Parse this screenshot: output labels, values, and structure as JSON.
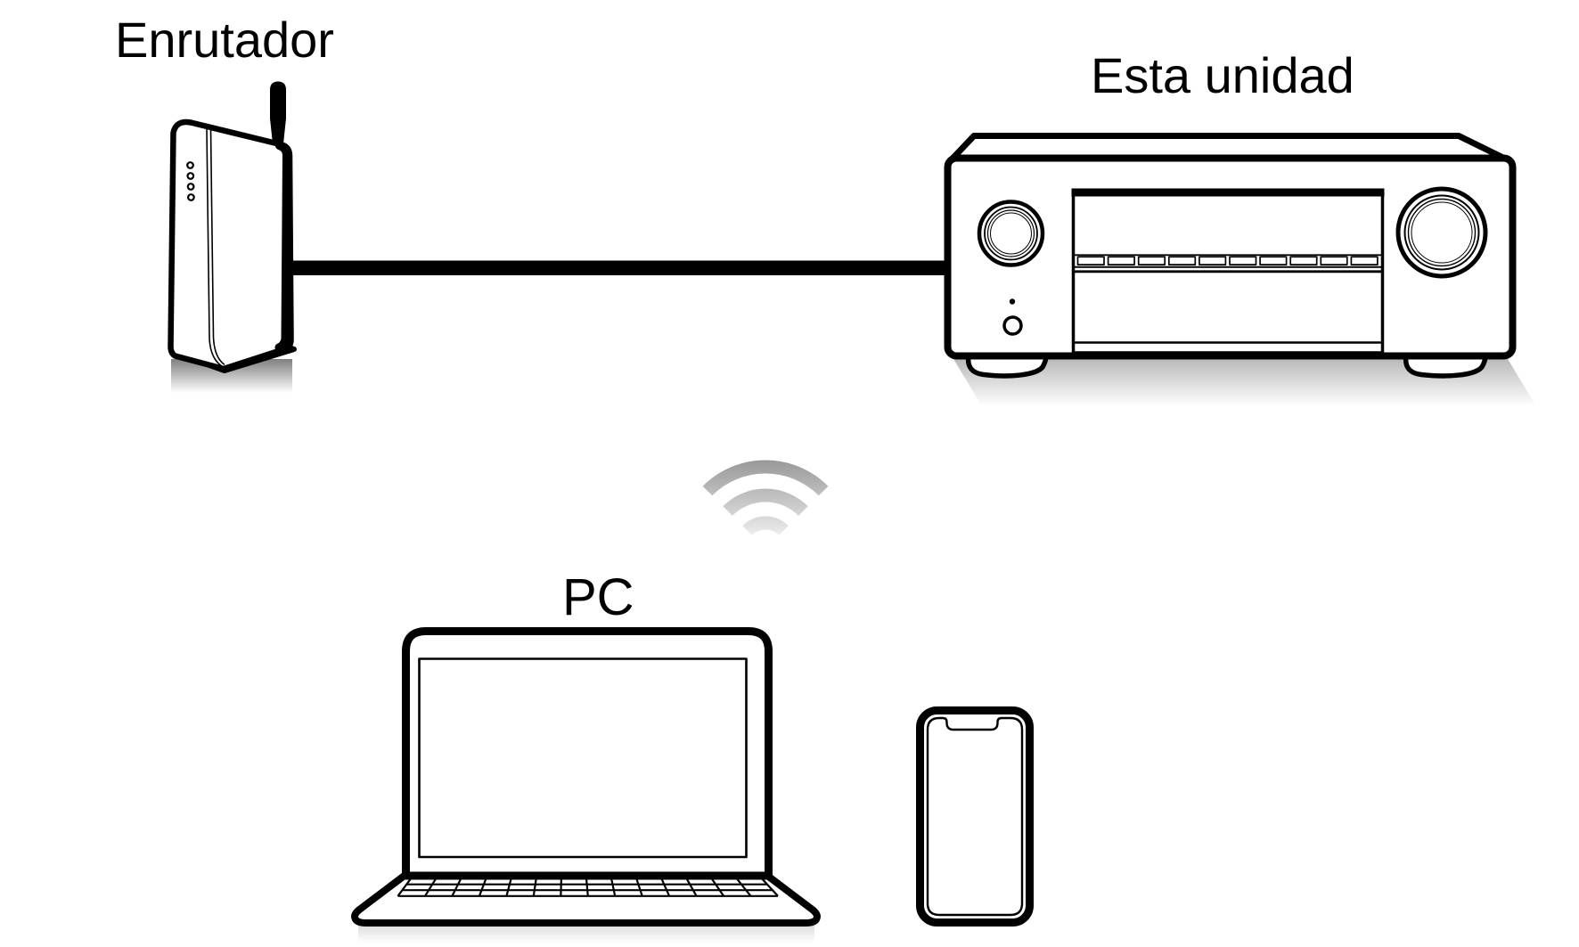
{
  "labels": {
    "router": "Enrutador",
    "unit": "Esta unidad",
    "pc": "PC"
  },
  "icons": {
    "router": "router-icon",
    "unit": "av-receiver-icon",
    "wifi": "wifi-signal-icon",
    "laptop": "laptop-icon",
    "smartphone": "smartphone-icon",
    "cable": "ethernet-cable-line"
  },
  "connections": [
    {
      "from": "Enrutador",
      "to": "Esta unidad",
      "type": "wired"
    },
    {
      "from": "PC",
      "to": "Enrutador",
      "type": "wireless"
    }
  ],
  "colors": {
    "background": "#ffffff",
    "ink": "#000000",
    "wifi_gradient_top": "#949494",
    "wifi_gradient_bottom": "#efefef",
    "router_shadow": "#808080",
    "unit_shadow": "#b8b8b8",
    "laptop_shadow": "#dcdcdc"
  }
}
